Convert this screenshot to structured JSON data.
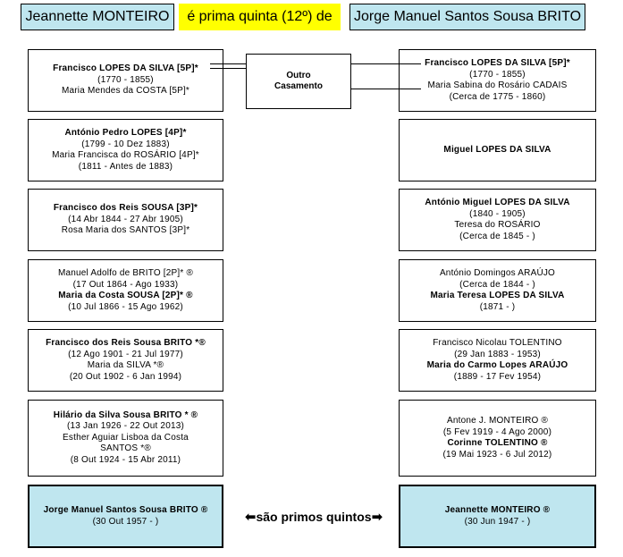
{
  "header": {
    "left_name": "Jeannette MONTEIRO",
    "relation": "é prima quinta (12º) de",
    "right_name": "Jorge Manuel Santos Sousa BRITO"
  },
  "outro": {
    "line1": "Outro",
    "line2": "Casamento"
  },
  "middle_label": "são primos quintos",
  "left": [
    {
      "lines": [
        {
          "t": "Francisco LOPES DA SILVA [5P]*",
          "b": true
        },
        {
          "t": "(1770 - 1855)",
          "b": false
        },
        {
          "t": "Maria Mendes da COSTA [5P]*",
          "b": false
        }
      ]
    },
    {
      "lines": [
        {
          "t": "António Pedro LOPES [4P]*",
          "b": true
        },
        {
          "t": "(1799 - 10 Dez 1883)",
          "b": false
        },
        {
          "t": "Maria Francisca do ROSÁRIO [4P]*",
          "b": false
        },
        {
          "t": "(1811 - Antes de 1883)",
          "b": false
        }
      ]
    },
    {
      "lines": [
        {
          "t": "Francisco dos Reis SOUSA [3P]*",
          "b": true
        },
        {
          "t": "(14 Abr 1844 - 27 Abr 1905)",
          "b": false
        },
        {
          "t": "Rosa Maria dos SANTOS [3P]*",
          "b": false
        }
      ]
    },
    {
      "lines": [
        {
          "t": "Manuel Adolfo de BRITO [2P]* ®",
          "b": false
        },
        {
          "t": "(17 Out 1864 - Ago 1933)",
          "b": false
        },
        {
          "t": "Maria da Costa SOUSA [2P]* ®",
          "b": true
        },
        {
          "t": "(10 Jul 1866 - 15 Ago 1962)",
          "b": false
        }
      ]
    },
    {
      "lines": [
        {
          "t": "Francisco dos Reis Sousa BRITO *®",
          "b": true
        },
        {
          "t": "(12 Ago 1901 - 21 Jul 1977)",
          "b": false
        },
        {
          "t": "Maria da SILVA *®",
          "b": false
        },
        {
          "t": "(20 Out 1902 - 6 Jan 1994)",
          "b": false
        }
      ]
    },
    {
      "lines": [
        {
          "t": "Hilário da Silva Sousa BRITO * ®",
          "b": true
        },
        {
          "t": "(13 Jan 1926 - 22 Out 2013)",
          "b": false
        },
        {
          "t": "Esther Aguiar Lisboa da Costa",
          "b": false
        },
        {
          "t": "SANTOS *®",
          "b": false
        },
        {
          "t": "(8 Out 1924 - 15 Abr 2011)",
          "b": false
        }
      ]
    },
    {
      "lines": [
        {
          "t": "Jorge Manuel Santos Sousa BRITO ®",
          "b": true
        },
        {
          "t": "(30 Out 1957 -            )",
          "b": false
        }
      ]
    }
  ],
  "right": [
    {
      "lines": [
        {
          "t": "Francisco LOPES DA SILVA [5P]*",
          "b": true
        },
        {
          "t": "(1770 - 1855)",
          "b": false
        },
        {
          "t": "Maria Sabina do Rosário CADAIS",
          "b": false
        },
        {
          "t": "(Cerca de 1775 - 1860)",
          "b": false
        }
      ]
    },
    {
      "lines": [
        {
          "t": "Miguel LOPES DA SILVA",
          "b": true
        }
      ]
    },
    {
      "lines": [
        {
          "t": "António Miguel LOPES DA SILVA",
          "b": true
        },
        {
          "t": "(1840 - 1905)",
          "b": false
        },
        {
          "t": "Teresa do ROSÁRIO",
          "b": false
        },
        {
          "t": "(Cerca de 1845 -            )",
          "b": false
        }
      ]
    },
    {
      "lines": [
        {
          "t": "António Domingos ARAÚJO",
          "b": false
        },
        {
          "t": "(Cerca de 1844 -            )",
          "b": false
        },
        {
          "t": "Maria Teresa LOPES DA SILVA",
          "b": true
        },
        {
          "t": "(1871 -            )",
          "b": false
        }
      ]
    },
    {
      "lines": [
        {
          "t": "Francisco Nicolau TOLENTINO",
          "b": false
        },
        {
          "t": "(29 Jan 1883 - 1953)",
          "b": false
        },
        {
          "t": "Maria do Carmo Lopes ARAÚJO",
          "b": true
        },
        {
          "t": "(1889 - 17 Fev 1954)",
          "b": false
        }
      ]
    },
    {
      "lines": [
        {
          "t": "Antone J. MONTEIRO ®",
          "b": false
        },
        {
          "t": "(5 Fev 1919 - 4 Ago 2000)",
          "b": false
        },
        {
          "t": "Corinne TOLENTINO ®",
          "b": true
        },
        {
          "t": "(19 Mai 1923 - 6 Jul 2012)",
          "b": false
        }
      ]
    },
    {
      "lines": [
        {
          "t": "Jeannette MONTEIRO ®",
          "b": true
        },
        {
          "t": "(30 Jun 1947 -            )",
          "b": false
        }
      ]
    }
  ]
}
